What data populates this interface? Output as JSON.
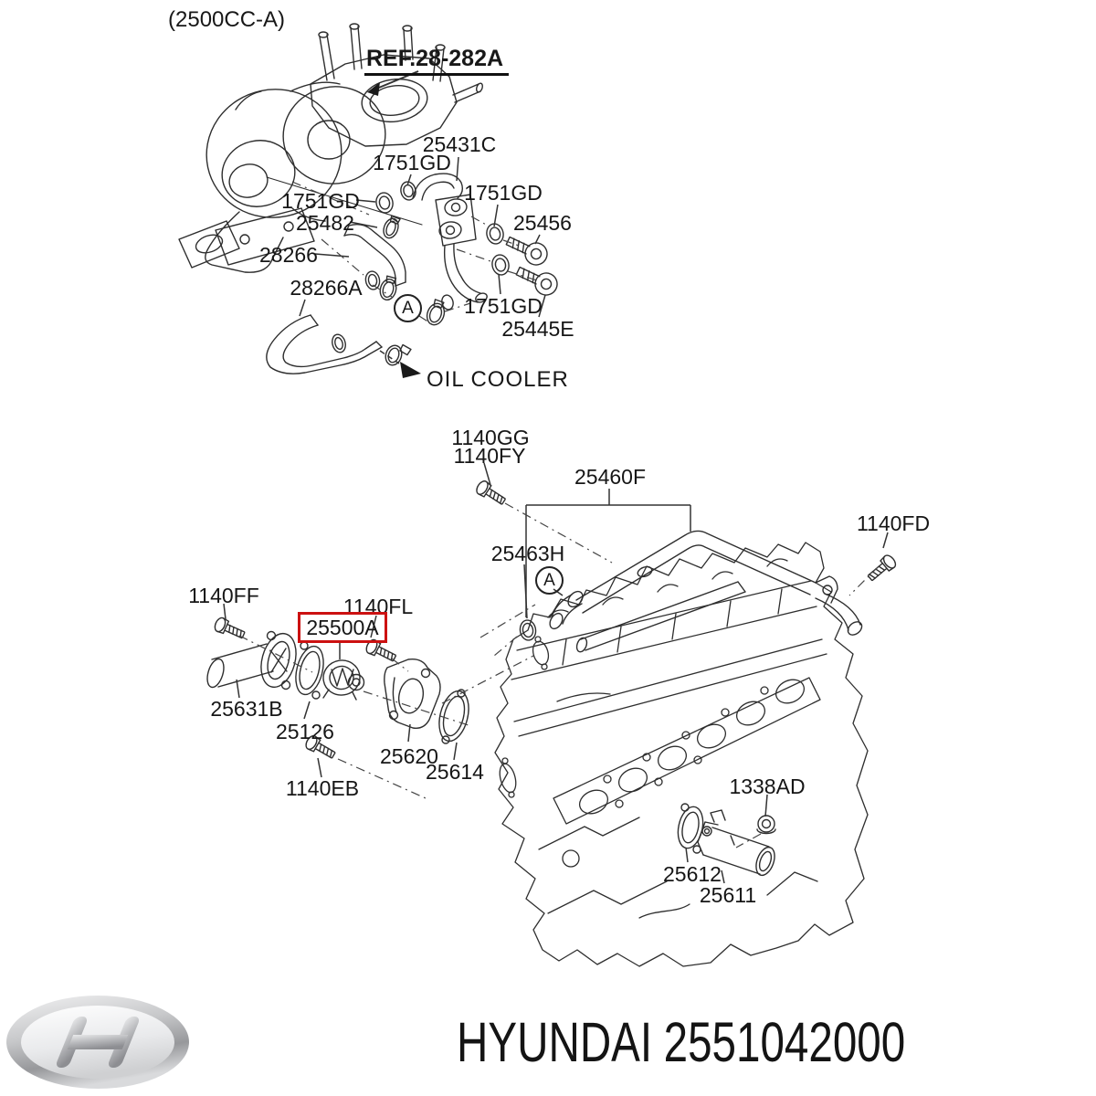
{
  "diagram": {
    "variant": "(2500CC-A)",
    "ref_callout": "REF.28-282A",
    "oil_cooler": "OIL COOLER",
    "detail_marker": "A",
    "highlight_color": "#cc1111",
    "parts": [
      {
        "code": "1751GD"
      },
      {
        "code": "25431C"
      },
      {
        "code": "1751GD"
      },
      {
        "code": "25456"
      },
      {
        "code": "1751GD"
      },
      {
        "code": "25445E"
      },
      {
        "code": "1751GD"
      },
      {
        "code": "25482"
      },
      {
        "code": "28266"
      },
      {
        "code": "28266A"
      },
      {
        "code": "1140GG"
      },
      {
        "code": "1140FY"
      },
      {
        "code": "25460F"
      },
      {
        "code": "1140FD"
      },
      {
        "code": "25463H"
      },
      {
        "code": "1140FF"
      },
      {
        "code": "1140FL"
      },
      {
        "code": "25500A",
        "highlighted": true
      },
      {
        "code": "25631B"
      },
      {
        "code": "25126"
      },
      {
        "code": "25620"
      },
      {
        "code": "25614"
      },
      {
        "code": "1140EB"
      },
      {
        "code": "1338AD"
      },
      {
        "code": "25612"
      },
      {
        "code": "25611"
      }
    ]
  },
  "footer": {
    "brand": "HYUNDAI",
    "part_number": "2551042000"
  }
}
